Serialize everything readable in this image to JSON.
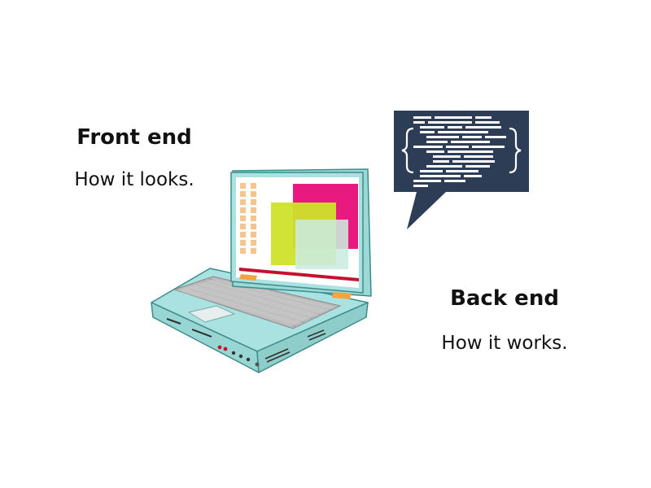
{
  "front_end": {
    "title": "Front end",
    "subtitle": "How it looks."
  },
  "back_end": {
    "title": "Back end",
    "subtitle": "How it works."
  },
  "icons": {
    "laptop": "laptop-icon",
    "code_bubble": "code-speech-bubble-icon"
  },
  "colors": {
    "laptop_body": "#a9e2e0",
    "laptop_outline": "#3c8c8c",
    "keyboard_keys": "#c9c9c9",
    "screen_sidebar_tiles": "#f6c48f",
    "screen_magenta": "#e8197f",
    "screen_lime": "#cfe22a",
    "screen_mint": "#bfe6d6",
    "screen_baseline_red": "#c8102e",
    "hinge_orange": "#f7a440",
    "code_bubble_bg": "#2c3d55",
    "code_text": "#ffffff"
  }
}
